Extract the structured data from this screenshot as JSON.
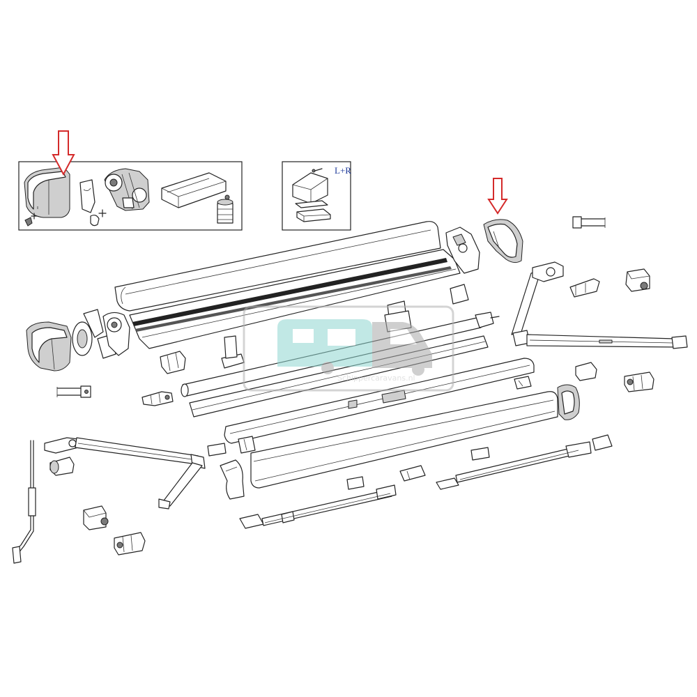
{
  "diagram": {
    "inset_right_label": "L+R",
    "watermark_text": "Schippercaravans.nl",
    "colors": {
      "line": "#222222",
      "arrow": "#d42a2a",
      "inset_label": "#1f3a9a",
      "watermark_teal": "#8fd6d0",
      "watermark_grey": "#a9a9a9"
    },
    "icons": [
      "down-arrow-icon",
      "down-arrow-icon",
      "caravan-watermark-logo"
    ]
  }
}
